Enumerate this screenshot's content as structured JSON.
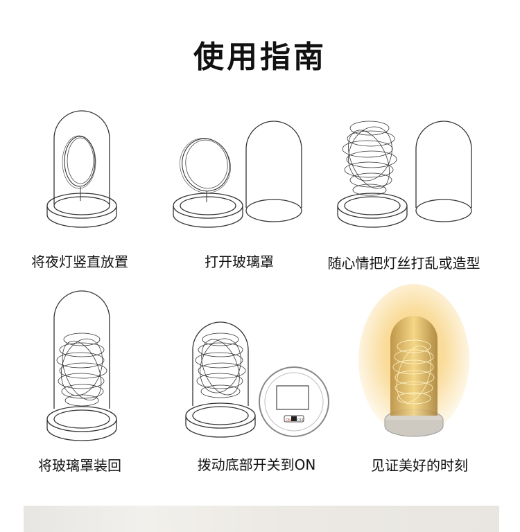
{
  "title": "使用指南",
  "steps": [
    {
      "caption": "将夜灯竖直放置"
    },
    {
      "caption": "打开玻璃罩"
    },
    {
      "caption": "随心情把灯丝打乱或造型"
    },
    {
      "caption": "将玻璃罩装回"
    },
    {
      "caption": "拨动底部开关到ON"
    },
    {
      "caption": "见证美好的时刻"
    }
  ],
  "switch": {
    "on_label": "ON",
    "off_label": "OFF"
  },
  "colors": {
    "line": "#333333",
    "glow": "#f5c04a",
    "background": "#ffffff"
  }
}
